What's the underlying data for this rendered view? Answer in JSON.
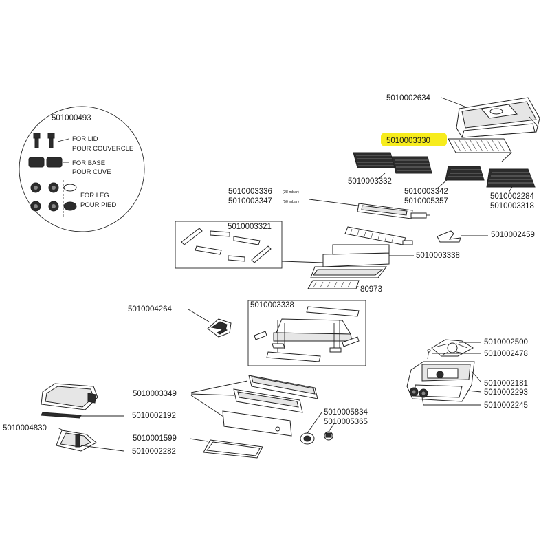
{
  "diagram": {
    "accent_color": "#f7ec1d",
    "highlighted_part": "5010003330",
    "inset": {
      "part_number": "501000493",
      "for_lid": "FOR LID",
      "pour_couvercle": "POUR COUVERCLE",
      "for_base": "FOR BASE",
      "pour_cuve": "POUR CUVE",
      "for_leg": "FOR LEG",
      "pour_pied": "POUR PIED"
    },
    "labels": {
      "p_2634": "5010002634",
      "p_3330": "5010003330",
      "p_3332": "5010003332",
      "p_3342": "5010003342",
      "p_5357": "5010005357",
      "p_2284": "5010002284",
      "p_3318": "5010003318",
      "p_3336": "5010003336",
      "p_3336_note": "(28 mbar)",
      "p_3347": "5010003347",
      "p_3347_note": "(50 mbar)",
      "p_3321": "5010003321",
      "p_2459": "5010002459",
      "p_3338a": "5010003338",
      "p_80973": "80973",
      "p_4264": "5010004264",
      "p_3338b": "5010003338",
      "p_2500": "5010002500",
      "p_2478": "5010002478",
      "p_2181": "5010002181",
      "p_2293": "5010002293",
      "p_2245": "5010002245",
      "p_3349": "5010003349",
      "p_5834": "5010005834",
      "p_5365": "5010005365",
      "p_2192": "5010002192",
      "p_4830": "5010004830",
      "p_1599": "5010001599",
      "p_2282": "5010002282"
    }
  }
}
